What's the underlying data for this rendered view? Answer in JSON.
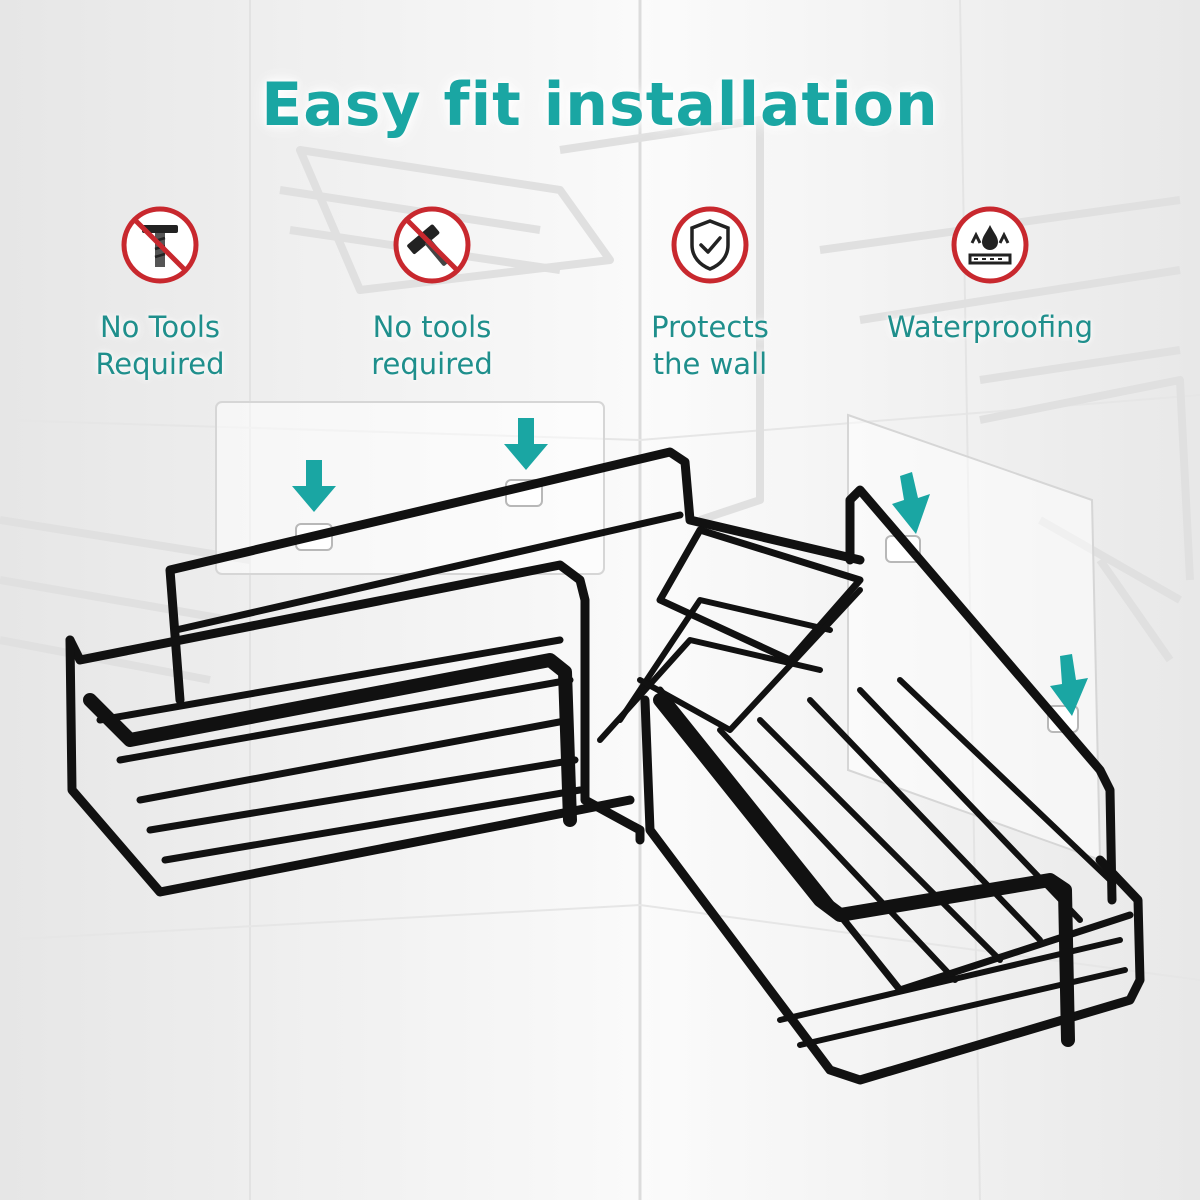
{
  "headline": "Easy fit installation",
  "features": [
    {
      "icon": "no-screw-icon",
      "label": "No Tools\nRequired"
    },
    {
      "icon": "no-hammer-icon",
      "label": "No tools\nrequired"
    },
    {
      "icon": "shield-check-icon",
      "label": "Protects\nthe wall"
    },
    {
      "icon": "waterproof-icon",
      "label": "Waterproofing"
    }
  ],
  "colors": {
    "accent_teal": "#1aa6a3",
    "label_teal": "#1f8f8c",
    "prohibit_red": "#c8282e",
    "rack_black": "#111111"
  }
}
